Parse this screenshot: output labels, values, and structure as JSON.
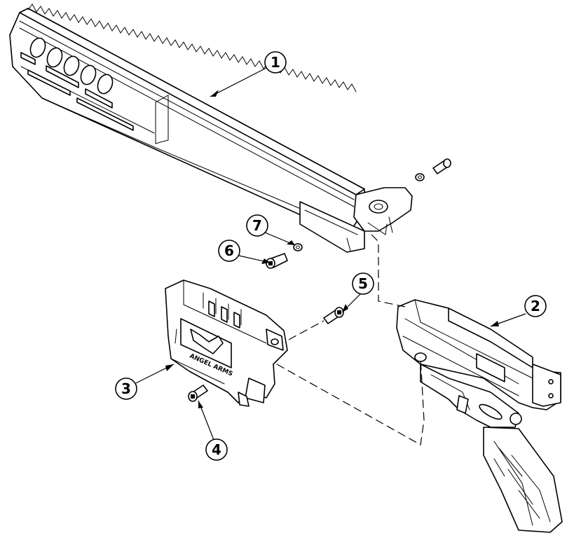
{
  "diagram": {
    "callouts": [
      {
        "id": "callout-1",
        "label": "1"
      },
      {
        "id": "callout-2",
        "label": "2"
      },
      {
        "id": "callout-3",
        "label": "3"
      },
      {
        "id": "callout-4",
        "label": "4"
      },
      {
        "id": "callout-5",
        "label": "5"
      },
      {
        "id": "callout-6",
        "label": "6"
      },
      {
        "id": "callout-7",
        "label": "7"
      }
    ],
    "embossed_text": "ANGEL ARMS"
  }
}
